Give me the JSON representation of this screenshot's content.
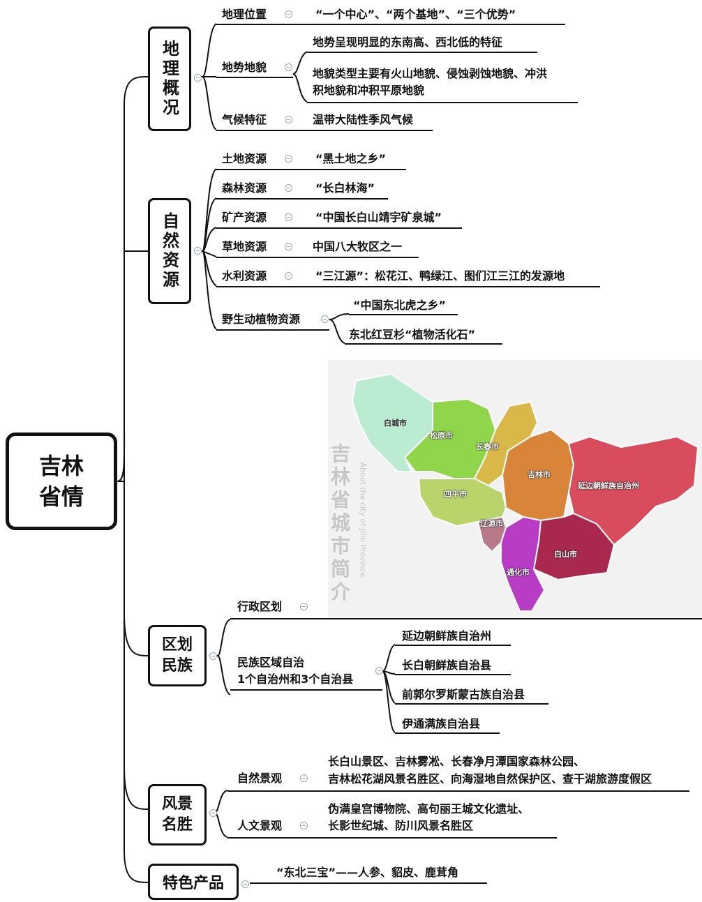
{
  "root": "吉林\n省情",
  "geo": {
    "title": "地理概况",
    "location_label": "地理位置",
    "location_value": "“一个中心”、“两个基地”、“三个优势”",
    "terrain_label": "地势地貌",
    "terrain_1": "地势呈现明显的东南高、西北低的特征",
    "terrain_2a": "地貌类型主要有火山地貌、侵蚀剥蚀地貌、冲洪",
    "terrain_2b": "积地貌和冲积平原地貌",
    "climate_label": "气候特征",
    "climate_value": "温带大陆性季风气候"
  },
  "resources": {
    "title": "自然资源",
    "land_label": "土地资源",
    "land_value": "“黑土地之乡”",
    "forest_label": "森林资源",
    "forest_value": "“长白林海”",
    "mineral_label": "矿产资源",
    "mineral_value": "“中国长白山靖宇矿泉城”",
    "grass_label": "草地资源",
    "grass_value": "中国八大牧区之一",
    "water_label": "水利资源",
    "water_value": "“三江源”：松花江、鸭绿江、图们江三江的发源地",
    "wildlife_label": "野生动植物资源",
    "wildlife_1": "“中国东北虎之乡”",
    "wildlife_2": "东北红豆杉“植物活化石”"
  },
  "map": {
    "vertical_title": "吉林省城市简介",
    "vertical_subtitle": "About the city of Jilin Province",
    "cities": {
      "baicheng": "白城市",
      "songyuan": "松原市",
      "changchun": "长春市",
      "jilin": "吉林市",
      "yanbian": "延边朝鲜族自治州",
      "siping": "四平市",
      "liaoyuan": "辽源市",
      "baishan": "白山市",
      "tonghua": "通化市"
    },
    "colors": {
      "baicheng": "#b9ecd0",
      "songyuan": "#8fd64a",
      "changchun": "#d9b84a",
      "jilin": "#d8853a",
      "yanbian": "#d84c5e",
      "siping": "#b8d46a",
      "liaoyuan": "#b87a8a",
      "baishan": "#a8284e",
      "tonghua": "#b83cc4"
    }
  },
  "division": {
    "title": "区划民族",
    "admin_label": "行政区划",
    "ethnic_label_1": "民族区域自治",
    "ethnic_label_2": "1个自治州和3个自治县",
    "ethnic_items": [
      "延边朝鲜族自治州",
      "长白朝鲜族自治县",
      "前郭尔罗斯蒙古族自治县",
      "伊通满族自治县"
    ]
  },
  "scenery": {
    "title": "风景名胜",
    "natural_label": "自然景观",
    "natural_1": "长白山景区、吉林雾凇、长春净月潭国家森林公园、",
    "natural_2": "吉林松花湖风景名胜区、向海湿地自然保护区、查干湖旅游度假区",
    "culture_label": "人文景观",
    "culture_1": "伪满皇宫博物院、高句丽王城文化遗址、",
    "culture_2": "长影世纪城、防川风景名胜区"
  },
  "products": {
    "title": "特色产品",
    "value": "“东北三宝”——人参、貂皮、鹿茸角"
  }
}
